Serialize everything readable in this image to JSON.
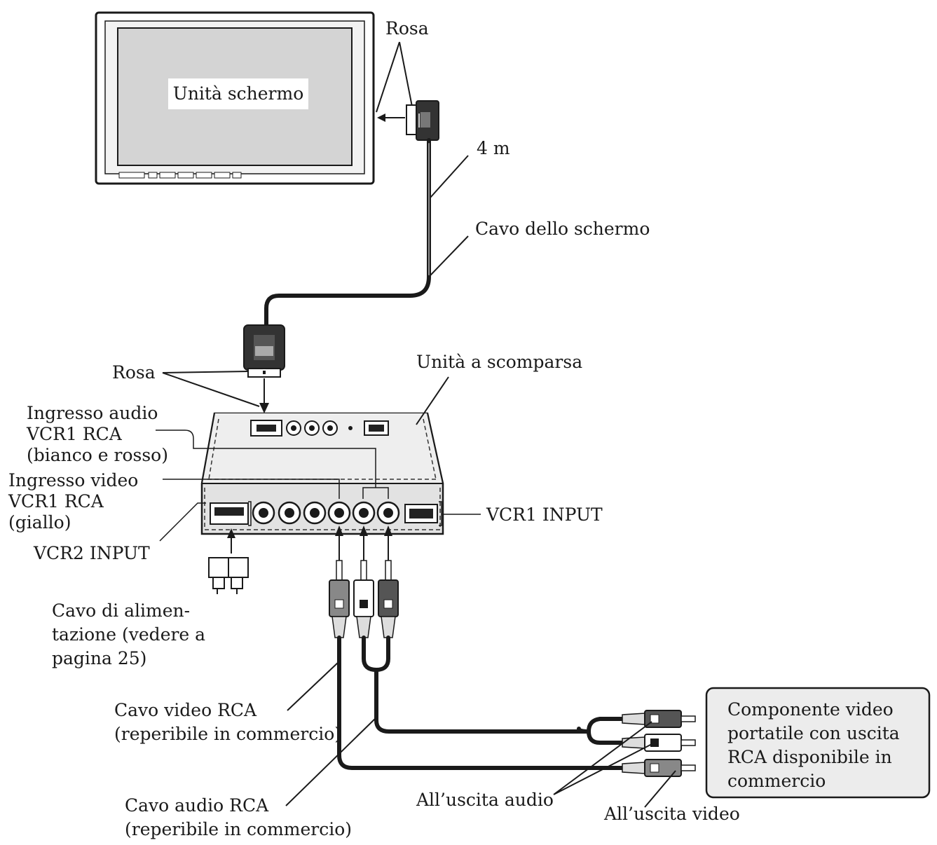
{
  "labels": {
    "display_unit": "Unità schermo",
    "pink_top": "Rosa",
    "length": "4 m",
    "display_cable": "Cavo dello schermo",
    "pink_mid": "Rosa",
    "hideaway_unit": "Unità a scomparsa",
    "audio_in_1": "Ingresso audio",
    "audio_in_2": "VCR1 RCA",
    "audio_in_3": "(bianco e rosso)",
    "video_in_1": "Ingresso video",
    "video_in_2": "VCR1 RCA",
    "video_in_3": "(giallo)",
    "vcr2_input": "VCR2 INPUT",
    "vcr1_input": "VCR1 INPUT",
    "power_1": "Cavo di alimen-",
    "power_2": "tazione (vedere a",
    "power_3": "pagina 25)",
    "video_cable_1": "Cavo video RCA",
    "video_cable_2": "(reperibile in commercio)",
    "audio_cable_1": "Cavo audio RCA",
    "audio_cable_2": "(reperibile in commercio)",
    "audio_out": "All’uscita audio",
    "video_out": "All’uscita video",
    "component_1": "Componente video",
    "component_2": "portatile con uscita",
    "component_3": "RCA disponibile in",
    "component_4": "commercio"
  },
  "colors": {
    "line": "#1a1a1a",
    "screen_fill": "#d4d4d4",
    "box_fill": "#ececec"
  }
}
